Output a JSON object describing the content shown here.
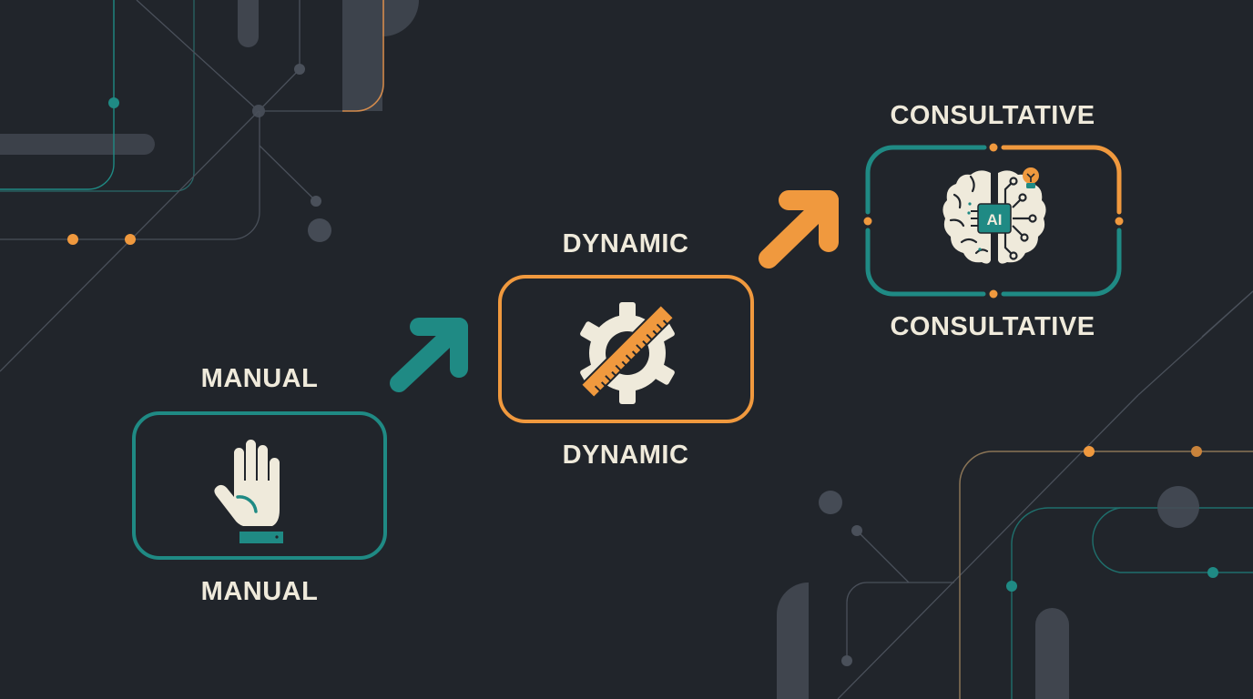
{
  "diagram": {
    "type": "progression",
    "colors": {
      "background": "#21252b",
      "teal": "#1f8a84",
      "orange": "#f0993e",
      "text": "#efeadb",
      "decor_gray": "#454b55"
    },
    "stages": [
      {
        "id": "manual",
        "label_top": "MANUAL",
        "label_bottom": "MANUAL",
        "icon": "hand-icon",
        "border_color": "#1f8a84"
      },
      {
        "id": "dynamic",
        "label_top": "DYNAMIC",
        "label_bottom": "DYNAMIC",
        "icon": "gear-ruler-icon",
        "border_color": "#f0993e"
      },
      {
        "id": "consultative",
        "label_top": "CONSULTATIVE",
        "label_bottom": "CONSULTATIVE",
        "icon": "ai-brain-icon",
        "icon_text": "AI",
        "border_color": "teal-orange-split"
      }
    ],
    "arrows": [
      {
        "from": "manual",
        "to": "dynamic",
        "color": "#1f8a84",
        "icon": "arrow-up-right-icon"
      },
      {
        "from": "dynamic",
        "to": "consultative",
        "color": "#f0993e",
        "icon": "arrow-up-right-icon"
      }
    ]
  }
}
